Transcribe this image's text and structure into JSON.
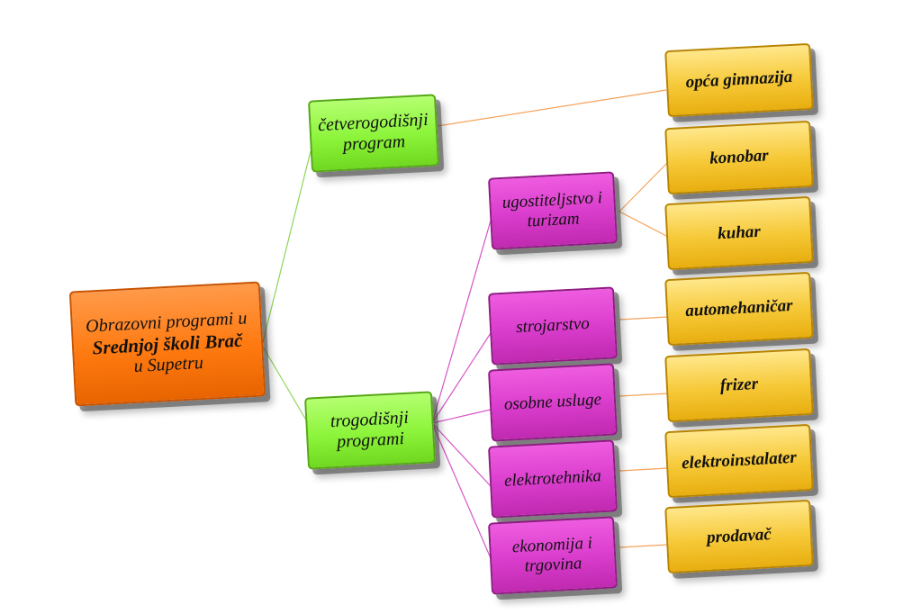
{
  "root": {
    "line1": "Obrazovni programi u",
    "line2": "Srednjoj školi Brač",
    "line3": "u Supetru"
  },
  "programs": [
    {
      "line1": "četverogodišnji",
      "line2": "program",
      "branches": [
        {
          "line1": "",
          "line2": "",
          "occupations": [
            "opća gimnazija"
          ]
        }
      ]
    },
    {
      "line1": "trogodišnji",
      "line2": "programi",
      "branches": [
        {
          "line1": "ugostiteljstvo i",
          "line2": "turizam",
          "occupations": [
            "konobar",
            "kuhar"
          ]
        },
        {
          "line1": "strojarstvo",
          "line2": "",
          "occupations": [
            "automehaničar"
          ]
        },
        {
          "line1": "osobne usluge",
          "line2": "",
          "occupations": [
            "frizer"
          ]
        },
        {
          "line1": "elektrotehnika",
          "line2": "",
          "occupations": [
            "elektroinstalater"
          ]
        },
        {
          "line1": "ekonomija i",
          "line2": "trgovina",
          "occupations": [
            "prodavač"
          ]
        }
      ]
    }
  ],
  "colors": {
    "root": "#ff7a10",
    "program": "#8cf43a",
    "branch": "#d93ccc",
    "occupation": "#f6c836",
    "link_root": "#8fd45a",
    "link_branch": "#d655c8",
    "link_occupation": "#f5a35a"
  }
}
